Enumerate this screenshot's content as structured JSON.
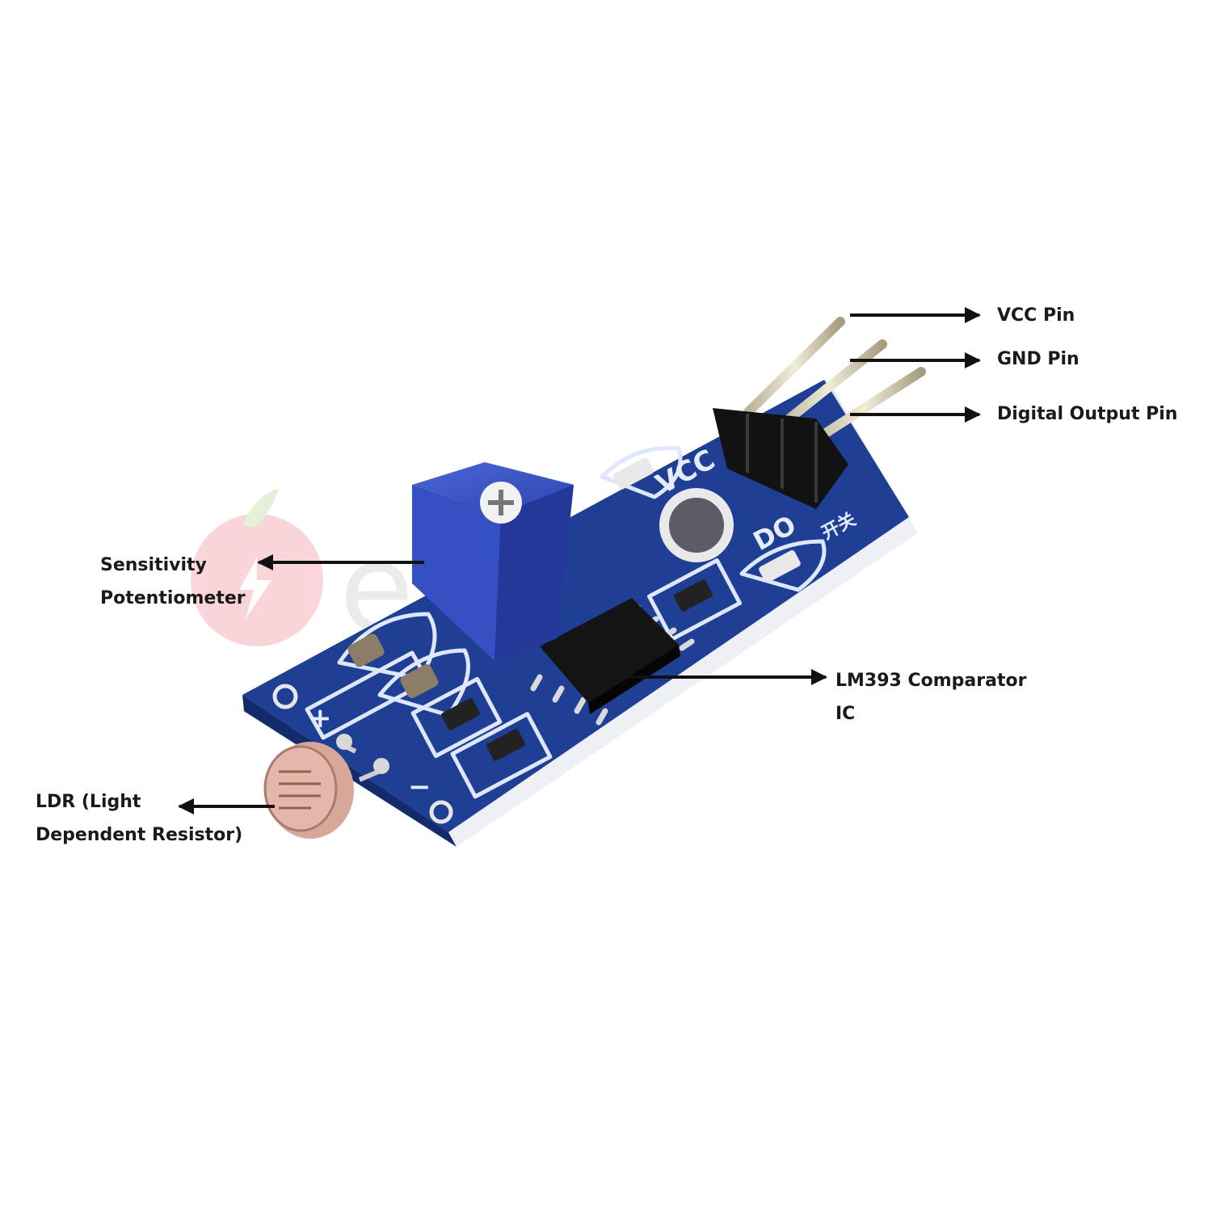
{
  "labels": {
    "vcc": "VCC Pin",
    "gnd": "GND Pin",
    "digital_output": "Digital Output Pin",
    "potentiometer_line1": "Sensitivity",
    "potentiometer_line2": "Potentiometer",
    "comparator_line1": "LM393 Comparator",
    "comparator_line2": "IC",
    "ldr_line1": "LDR (Light",
    "ldr_line2": "Dependent Resistor)"
  },
  "board_markings": {
    "vcc": "VCC",
    "do": "DO",
    "switch": "开关",
    "plus": "+",
    "minus": "−"
  },
  "watermark": {
    "text": "electric"
  },
  "colors": {
    "pcb": "#1f3f95",
    "potentiometer": "#3a55c7",
    "ic": "#141414",
    "arrow": "#111111",
    "text": "#1a1a1a"
  }
}
